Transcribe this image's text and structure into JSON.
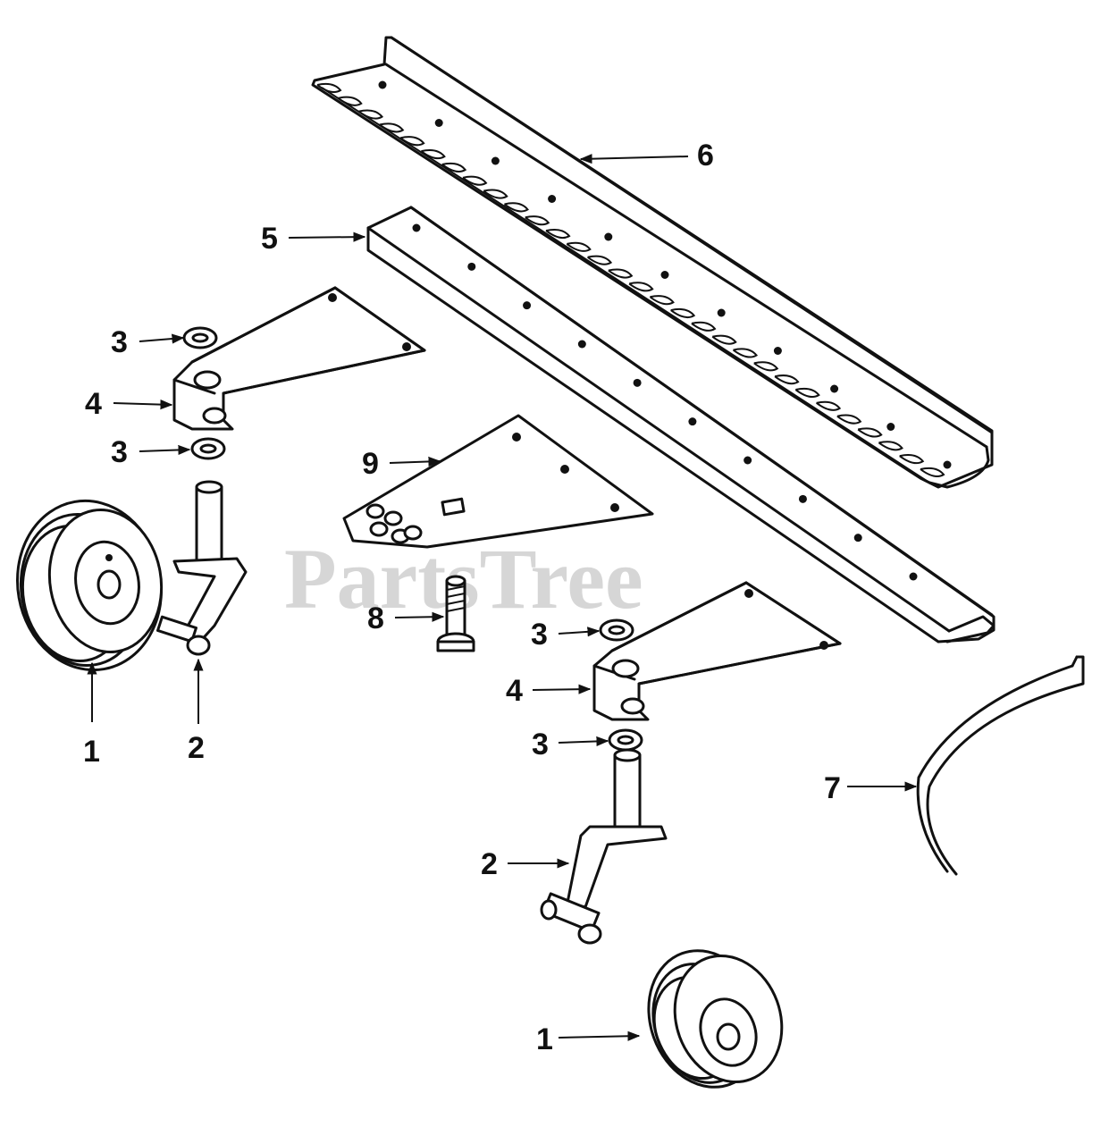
{
  "watermark": "PartsTree",
  "callouts": [
    {
      "id": "c6",
      "label": "6"
    },
    {
      "id": "c5",
      "label": "5"
    },
    {
      "id": "c3a",
      "label": "3"
    },
    {
      "id": "c4a",
      "label": "4"
    },
    {
      "id": "c3b",
      "label": "3"
    },
    {
      "id": "c9",
      "label": "9"
    },
    {
      "id": "c8",
      "label": "8"
    },
    {
      "id": "c1a",
      "label": "1"
    },
    {
      "id": "c2a",
      "label": "2"
    },
    {
      "id": "c3c",
      "label": "3"
    },
    {
      "id": "c4b",
      "label": "4"
    },
    {
      "id": "c3d",
      "label": "3"
    },
    {
      "id": "c7",
      "label": "7"
    },
    {
      "id": "c2b",
      "label": "2"
    },
    {
      "id": "c1b",
      "label": "1"
    }
  ]
}
